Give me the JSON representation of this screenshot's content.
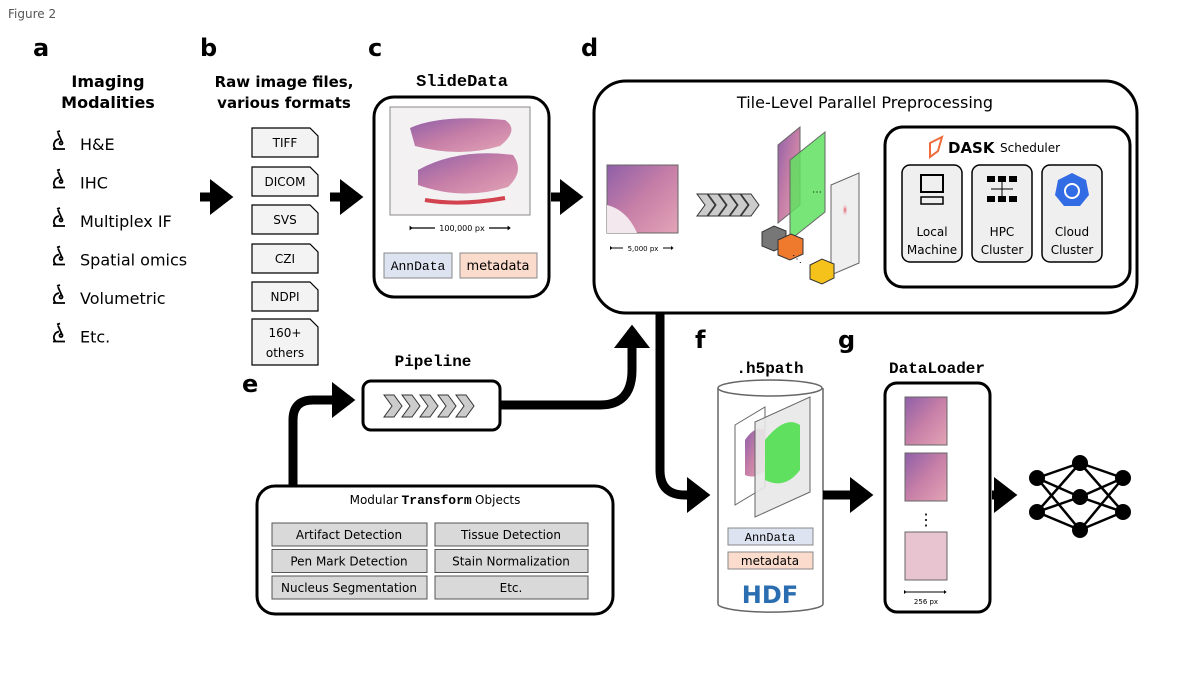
{
  "figure_label": "Figure 2",
  "panels": {
    "a": "a",
    "b": "b",
    "c": "c",
    "d": "d",
    "e": "e",
    "f": "f",
    "g": "g"
  },
  "a": {
    "title_line1": "Imaging",
    "title_line2": "Modalities",
    "items": [
      "H&E",
      "IHC",
      "Multiplex IF",
      "Spatial omics",
      "Volumetric",
      "Etc."
    ],
    "icon": "microscope-icon"
  },
  "b": {
    "title_line1": "Raw image files,",
    "title_line2": "various formats",
    "formats": [
      "TIFF",
      "DICOM",
      "SVS",
      "CZI",
      "NDPI",
      "160+",
      "others"
    ]
  },
  "c": {
    "title": "SlideData",
    "scale": "100,000 px",
    "anndata": "AnnData",
    "metadata": "metadata"
  },
  "d": {
    "title": "Tile-Level Parallel Preprocessing",
    "scale": "5,000 px",
    "dask_logo": "DASK",
    "scheduler": "Scheduler",
    "targets": [
      {
        "line1": "Local",
        "line2": "Machine",
        "icon": "computer-icon"
      },
      {
        "line1": "HPC",
        "line2": "Cluster",
        "icon": "network-icon"
      },
      {
        "line1": "Cloud",
        "line2": "Cluster",
        "icon": "kubernetes-icon"
      }
    ]
  },
  "e": {
    "pipeline_title": "Pipeline",
    "transforms_prefix": "Modular",
    "transforms_keyword": "Transform",
    "transforms_suffix": "Objects",
    "transforms": [
      "Artifact Detection",
      "Tissue Detection",
      "Pen Mark Detection",
      "Stain Normalization",
      "Nucleus Segmentation",
      "Etc."
    ]
  },
  "f": {
    "title": ".h5path",
    "anndata": "AnnData",
    "metadata": "metadata",
    "hdf_logo": "HDF"
  },
  "g": {
    "title": "DataLoader",
    "ellipsis": "⋮",
    "scale": "256 px"
  },
  "colors": {
    "anndata": "#dde3f0",
    "metadata": "#fbdccc",
    "mask": "#5fe05f",
    "dask": "#ef6b3a",
    "kubernetes": "#326ce5"
  }
}
